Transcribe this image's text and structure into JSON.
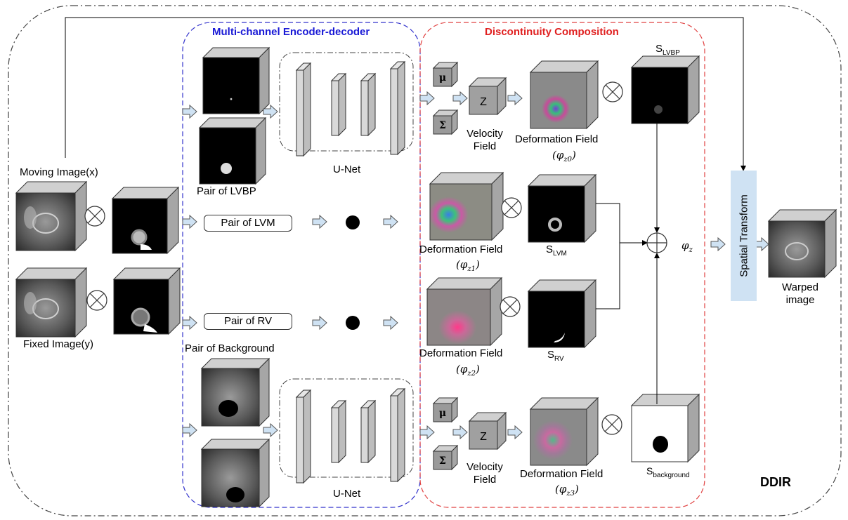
{
  "sections": {
    "encoder_title": "Multi-channel Encoder-decoder",
    "composition_title": "Discontinuity Composition",
    "framework_label": "DDIR"
  },
  "inputs": {
    "moving_label": "Moving Image(x)",
    "fixed_label": "Fixed Image(y)"
  },
  "pairs": {
    "lvbp": "Pair of LVBP",
    "lvm": "Pair of LVM",
    "rv": "Pair of RV",
    "background": "Pair of Background"
  },
  "unet_label": "U-Net",
  "latent": {
    "mu": "μ",
    "sigma": "Σ",
    "z": "Z"
  },
  "velocity_label": "Velocity Field",
  "deformation_label": "Deformation Field",
  "phi": {
    "z0": "(φz0)",
    "z1": "(φz1)",
    "z2": "(φz2)",
    "z3": "(φz3)",
    "z": "φz"
  },
  "segments": {
    "lvbp": "SLVBP",
    "lvm": "SLVM",
    "rv": "SRV",
    "background": "Sbackground"
  },
  "spatial_transform": "Spatial Transform",
  "warped_label": "Warped image",
  "colors": {
    "encoder_border": "#3333cc",
    "composition_border": "#e04040",
    "arrow_fill": "#cfe2f3",
    "cube_side": "#a6a6a6",
    "spatial_transform_fill": "#cfe2f3"
  }
}
